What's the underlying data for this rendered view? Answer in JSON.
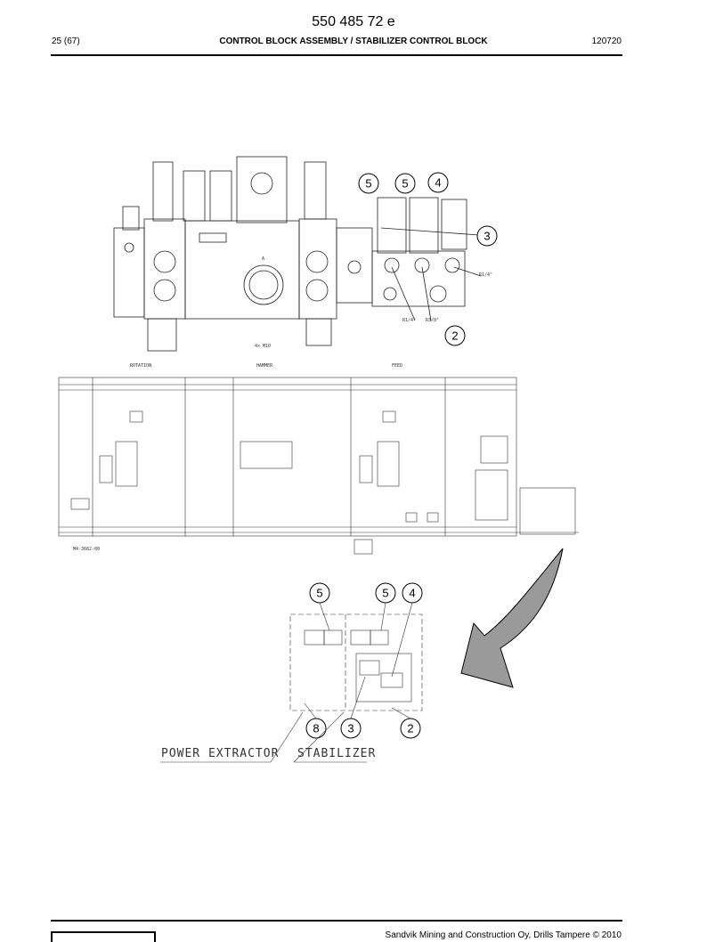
{
  "header": {
    "doc_number": "550 485 72 e",
    "page": "25 (67)",
    "title": "CONTROL BLOCK ASSEMBLY / STABILIZER CONTROL BLOCK",
    "code": "120720"
  },
  "drawing": {
    "top_callouts": [
      "5",
      "5",
      "4",
      "3",
      "2"
    ],
    "port_labels": [
      "R1/4\"",
      "R1/4\"",
      "R3/8\"",
      "A",
      "4x M10"
    ],
    "section_labels": [
      "ROTATION",
      "HAMMER",
      "FEED"
    ],
    "drawing_number": "M4-3682-00",
    "bottom_callouts": [
      "5",
      "5",
      "4",
      "8",
      "3",
      "2"
    ],
    "detail_labels": [
      "POWER EXTRACTOR",
      "STABILIZER"
    ]
  },
  "footer": {
    "copyright": "Sandvik Mining and Construction Oy, Drills Tampere © 2010"
  }
}
